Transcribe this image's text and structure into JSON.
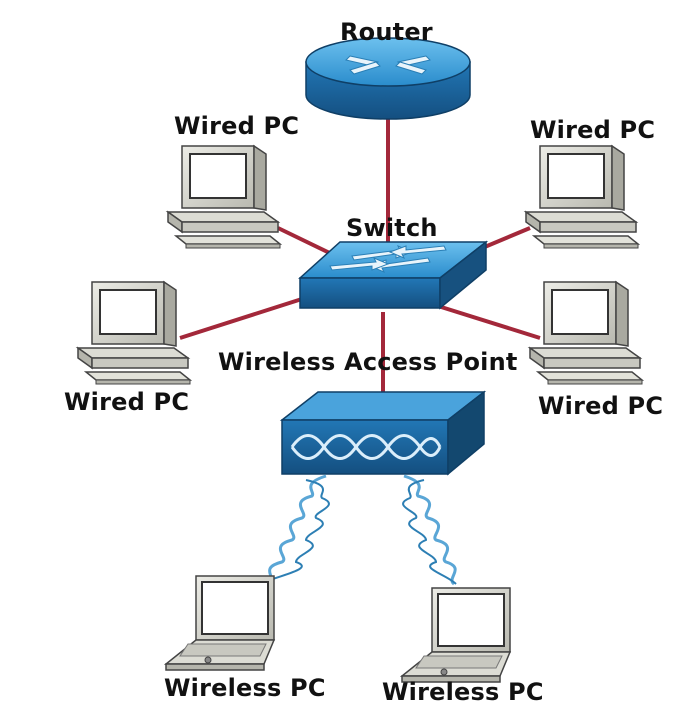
{
  "labels": {
    "router": "Router",
    "switch": "Switch",
    "wap": "Wireless Access Point",
    "wired_pc_top_left": "Wired PC",
    "wired_pc_top_right": "Wired PC",
    "wired_pc_mid_left": "Wired PC",
    "wired_pc_mid_right": "Wired PC",
    "wireless_pc_left": "Wireless PC",
    "wireless_pc_right": "Wireless PC"
  },
  "colors": {
    "link": "#a3283a",
    "device_blue": "#2b8fcf",
    "device_dark": "#175c91",
    "pc_beige": "#d7d7cf",
    "wave": "#5aa6d6"
  }
}
